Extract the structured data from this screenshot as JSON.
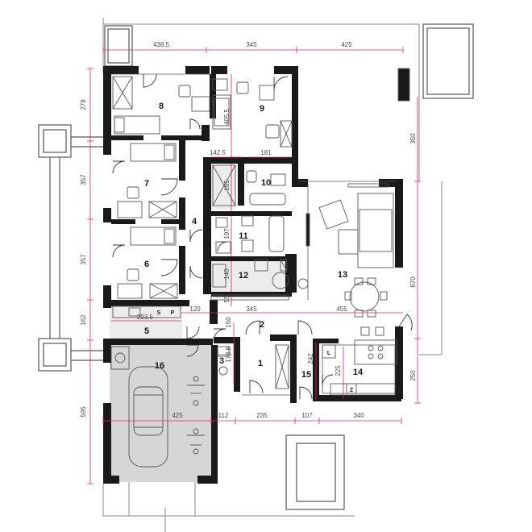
{
  "colors": {
    "wall": "#1a1a1a",
    "dimension": "#e0245e",
    "outline": "#8a8a8a",
    "floor_tile": "#e8e8e8",
    "garage_floor": "#d6d6d6",
    "furniture": "#555555"
  },
  "rooms": [
    {
      "id": "8",
      "label": "8"
    },
    {
      "id": "9",
      "label": "9"
    },
    {
      "id": "7",
      "label": "7"
    },
    {
      "id": "10",
      "label": "10"
    },
    {
      "id": "4",
      "label": "4"
    },
    {
      "id": "11",
      "label": "11"
    },
    {
      "id": "6",
      "label": "6"
    },
    {
      "id": "12",
      "label": "12"
    },
    {
      "id": "13",
      "label": "13"
    },
    {
      "id": "5",
      "label": "5"
    },
    {
      "id": "2",
      "label": "2"
    },
    {
      "id": "3",
      "label": "3"
    },
    {
      "id": "1",
      "label": "1"
    },
    {
      "id": "15",
      "label": "15"
    },
    {
      "id": "14",
      "label": "14"
    },
    {
      "id": "16",
      "label": "16"
    }
  ],
  "fixture_labels": {
    "s": "S",
    "p": "P",
    "l": "L",
    "z": "Z"
  },
  "dimensions_top": [
    "438.5",
    "345",
    "425"
  ],
  "dimensions_left": [
    "278",
    "357",
    "357",
    "162",
    "595"
  ],
  "dimensions_right": [
    "350",
    "670",
    "250"
  ],
  "dimensions_bottom": [
    "425",
    "112",
    "235",
    "107",
    "340"
  ],
  "dimensions_interior": {
    "d405_5": "405.5",
    "d142_5": "142.5",
    "d181": "181",
    "d185": "185",
    "d197": "197",
    "d140": "140",
    "d55": "55",
    "d120": "120",
    "d345": "345",
    "d455": "455",
    "d293_5": "293.5",
    "d150": "150",
    "d178_5": "178.5",
    "d242": "242",
    "d225": "225"
  }
}
